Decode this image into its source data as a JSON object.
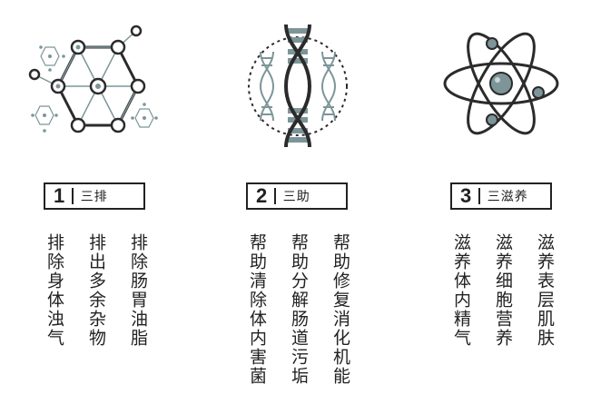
{
  "items": [
    {
      "number": "1",
      "title": "三排",
      "lines": [
        "排除身体浊气",
        "排出多余杂物",
        "排除肠胃油脂"
      ],
      "icon": "molecule-network-icon"
    },
    {
      "number": "2",
      "title": "三助",
      "lines": [
        "帮助清除体内害菌",
        "帮助分解肠道污垢",
        "帮助修复消化机能"
      ],
      "icon": "dna-helix-icon"
    },
    {
      "number": "3",
      "title": "三滋养",
      "lines": [
        "滋养体内精气",
        "滋养细胞营养",
        "滋养表层肌肤"
      ],
      "icon": "atom-icon"
    }
  ],
  "colors": {
    "dark": "#2b2b2b",
    "accent": "#7d9599"
  }
}
